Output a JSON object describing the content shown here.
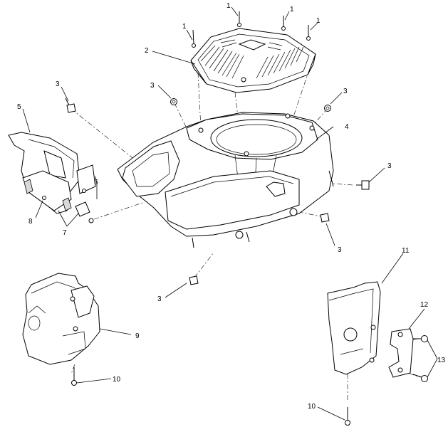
{
  "callouts": {
    "c1a": "1",
    "c1b": "1",
    "c1c": "1",
    "c1d": "1",
    "c2": "2",
    "c3a": "3",
    "c3b": "3",
    "c3c": "3",
    "c3d": "3",
    "c3e": "3",
    "c3f": "3",
    "c4": "4",
    "c5": "5",
    "c6": "6",
    "c7": "7",
    "c8": "8",
    "c9": "9",
    "c10a": "10",
    "c10b": "10",
    "c11": "11",
    "c12": "12",
    "c13": "13"
  }
}
